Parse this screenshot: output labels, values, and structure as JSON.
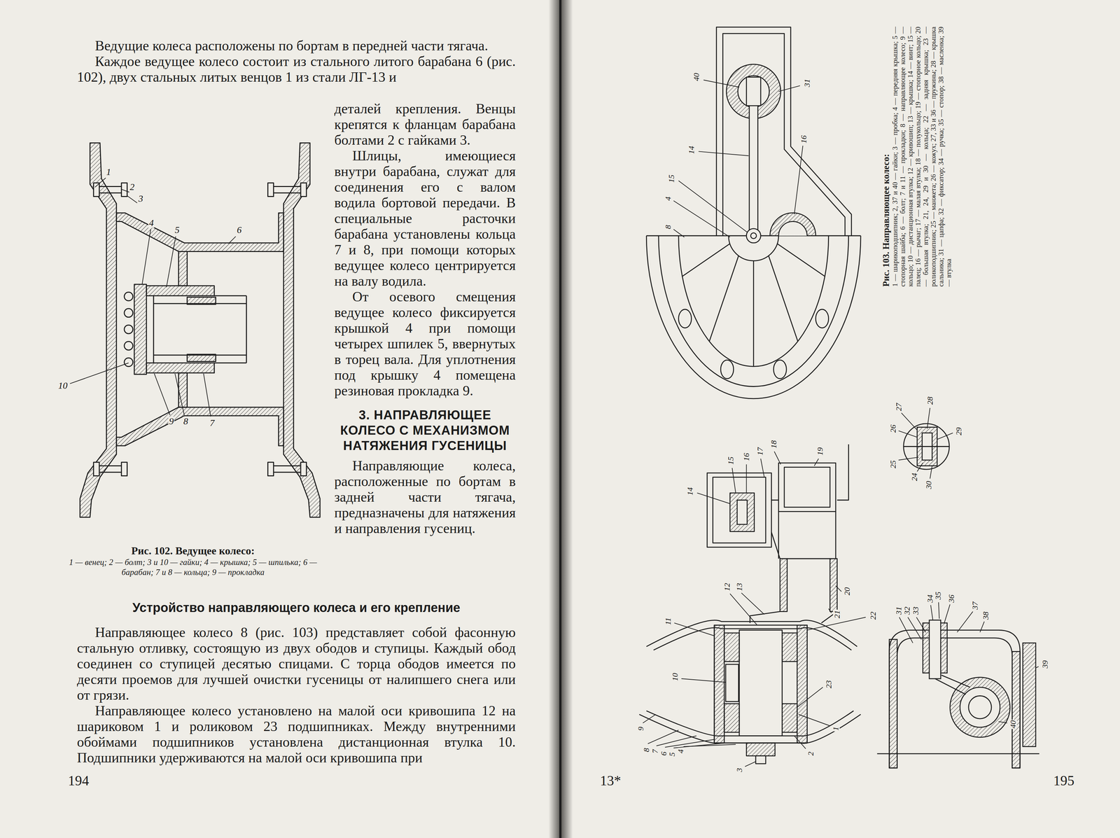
{
  "diagram": {
    "labels": [
      "Ведущие колеса расположены по бортам в передней части тягача.",
      "Каждое ведущее колесо состоит из стального литого барабана 6 (рис. 102), двух стальных литых венцов 1 из стали ЛГ-13 и",
      "деталей крепления. Венцы крепятся к фланцам барабана болтами 2 с гайками 3.",
      "Шлицы, имеющиеся внутри барабана, служат для соединения его с валом водила бортовой передачи. В специальные расточки барабана установлены кольца 7 и 8, при помощи которых ведущее колесо центрируется на валу водила.",
      "От осевого смещения ведущее колесо фиксируется крышкой 4 при помощи четырех шпилек 5, ввернутых в торец вала. Для уплотнения под крышку 4 помещена резиновая прокладка 9.",
      "3. НАПРАВЛЯЮЩЕЕ КОЛЕСО С МЕХАНИЗМОМ НАТЯЖЕНИЯ ГУСЕНИЦЫ",
      "Направляющие колеса, расположенные по бортам в задней части тягача, предназначены для натяжения и направления гусениц.",
      "1",
      "2",
      "3",
      "4",
      "5",
      "6",
      "10",
      "9",
      "8",
      "7",
      "Рис. 102. Ведущее колесо:",
      "1 — венец; 2 — болт; 3 и 10 — гайки; 4 — крышка; 5 — шпилька; 6 — барабан; 7 и 8 — кольца; 9 — прокладка",
      "Устройство направляющего колеса и его крепление",
      "Направляющее колесо 8 (рис. 103) представляет собой фасонную стальную отливку, состоящую из двух ободов и ступицы. Каждый обод соединен со ступицей десятью спицами. С торца ободов имеется по десяти проемов для лучшей очистки гусеницы от налипшего снега или от грязи.",
      "Направляющее колесо установлено на малой оси кривошипа 12 на шариковом 1 и роликовом 23 подшипниках. Между внутренними обоймами подшипников установлена дистанционная втулка 10. Подшипники удерживаются на малой оси кривошипа при",
      "194",
      "13*",
      "195",
      "Рис. 103. Направляющее колесо:",
      "1 — шарикоподшипник; 2, 37 и 40 — гайки; 3 — пробка; 4 — передняя крышка; 5 — стопорная шайба; 6 — болт; 7 и 11 — прокладки; 8 — направляющее колесо; 9 — кольцо; 10 — дистанционная втулка; 12 — кривошип; 13 — крышка; 14 — винт; 15 — палец; 16 — рычаг; 17 — малая втулка; 18 — полукольцо; 19 — стопорное кольцо; 20 — большая втулка; 21, 24, 29 и 30 — кольца; 22 — задняя крышка; 23 — роликоподшипник; 25 — манжета; 26 — кожух; 27, 33 и 36 — пружины; 28 — крышка сальника; 31 — цапфа; 32 — фиксатор; 34 — ручка; 35 — стопор; 38 — масленка; 39 — втулка",
      "40",
      "31",
      "14",
      "16",
      "15",
      "4",
      "8",
      "14",
      "15",
      "16",
      "17",
      "18",
      "19",
      "12",
      "13",
      "20",
      "21",
      "11",
      "22",
      "10",
      "23",
      "9",
      "8",
      "7",
      "6",
      "5",
      "4",
      "3",
      "2",
      "1",
      "27",
      "28",
      "26",
      "25",
      "24",
      "29",
      "30",
      "31",
      "32",
      "33",
      "34",
      "35",
      "36",
      "37",
      "38",
      "39",
      "40"
    ]
  }
}
